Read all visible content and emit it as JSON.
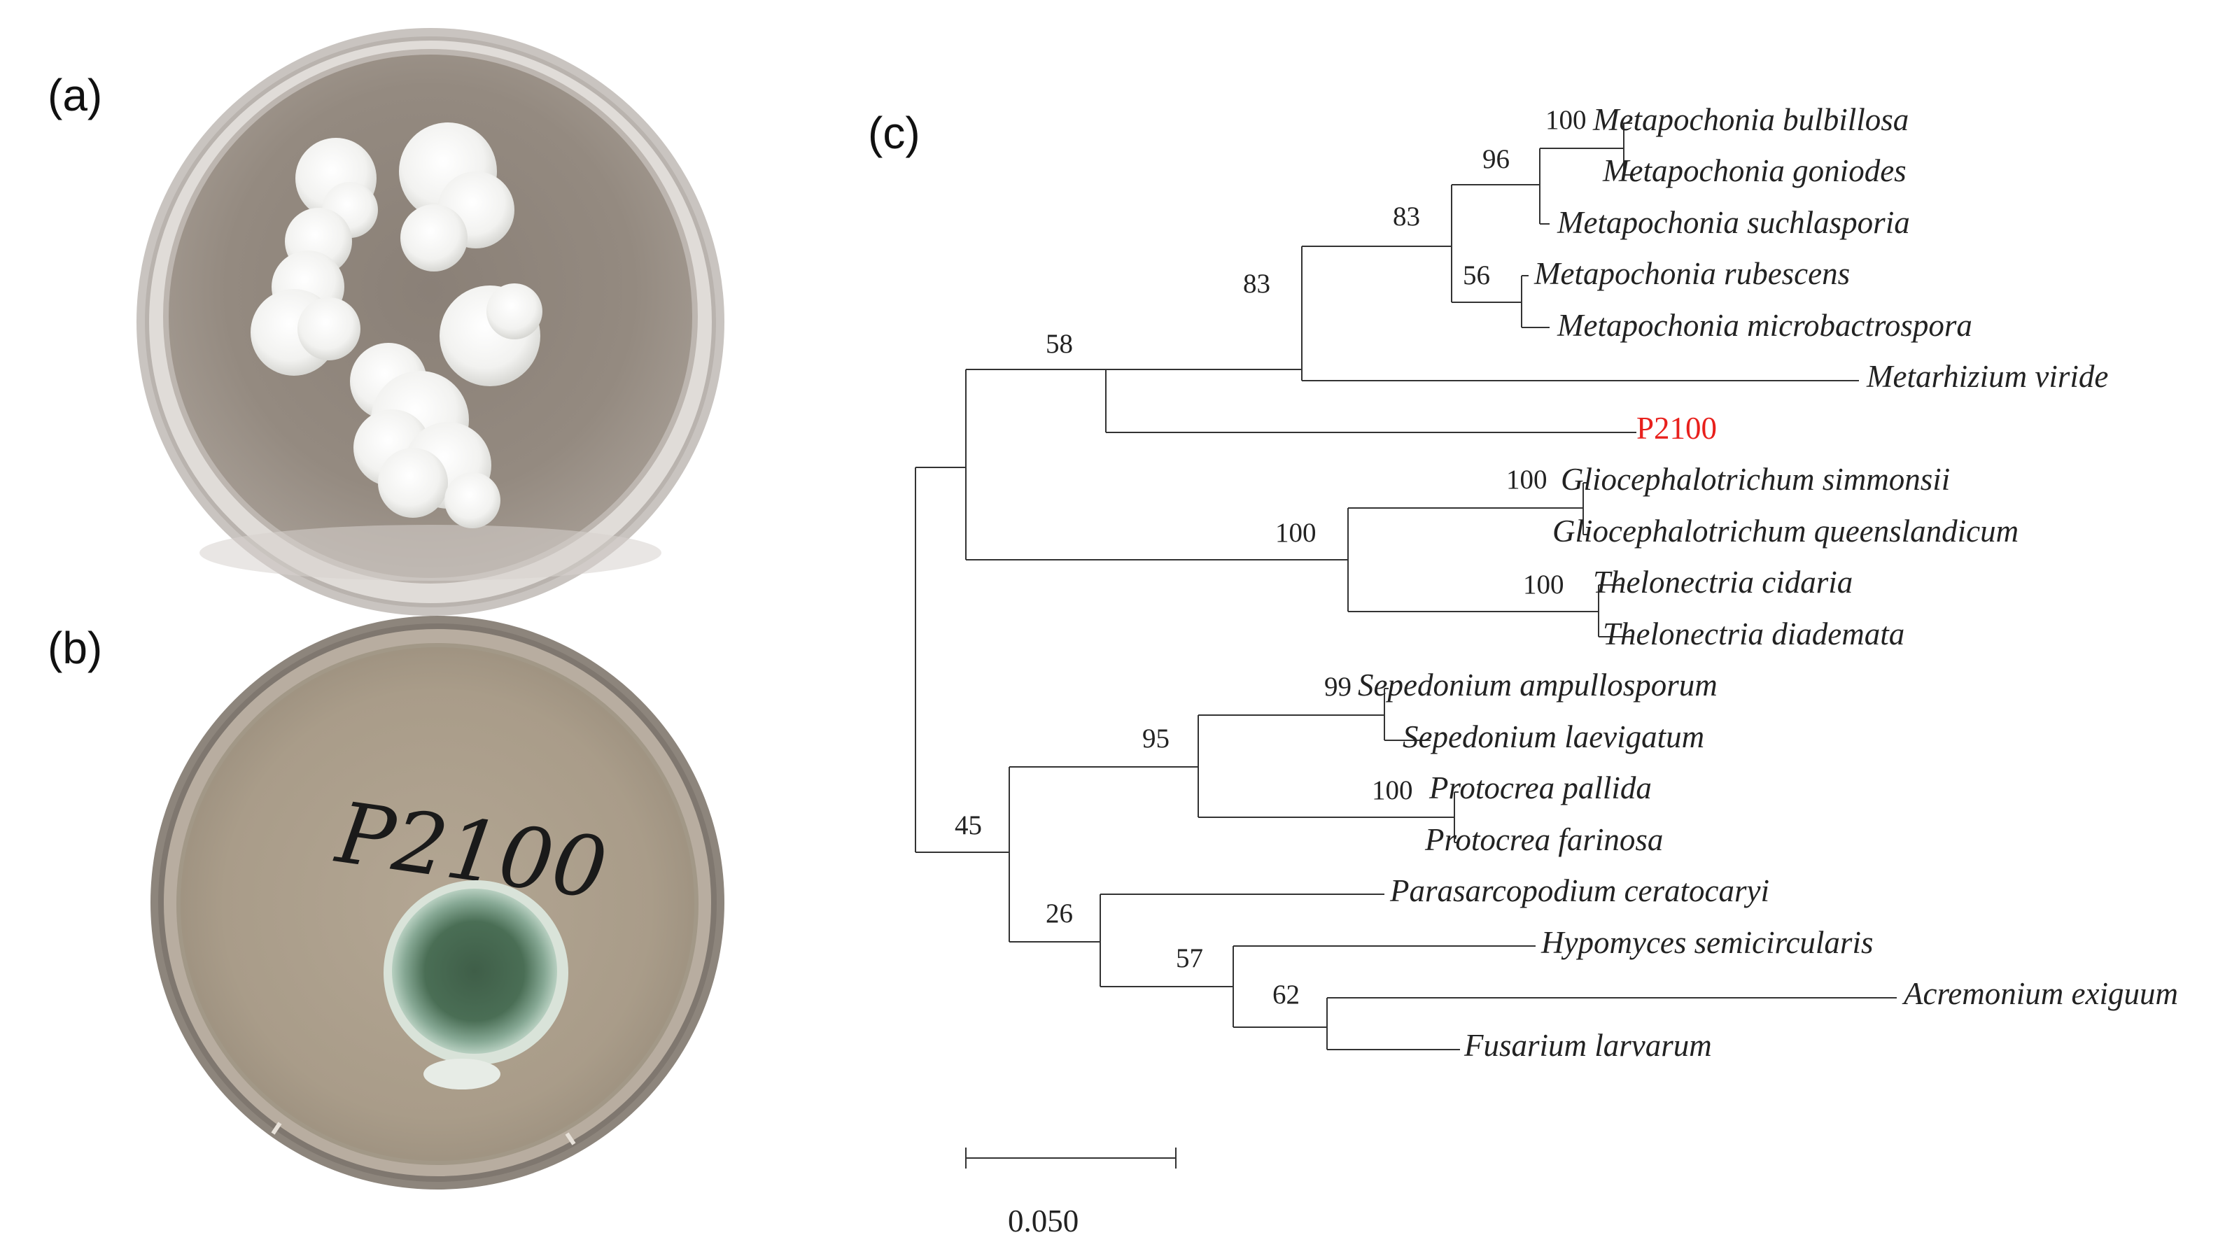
{
  "panels": {
    "a": "(a)",
    "b": "(b)",
    "c": "(c)"
  },
  "plate_b_handwriting": "P2100",
  "tree": {
    "taxa": [
      {
        "id": "t0",
        "label": "Metapochonia bulbillosa",
        "highlight": false
      },
      {
        "id": "t1",
        "label": "Metapochonia goniodes",
        "highlight": false
      },
      {
        "id": "t2",
        "label": "Metapochonia suchlasporia",
        "highlight": false
      },
      {
        "id": "t3",
        "label": "Metapochonia rubescens",
        "highlight": false
      },
      {
        "id": "t4",
        "label": "Metapochonia microbactrospora",
        "highlight": false
      },
      {
        "id": "t5",
        "label": "Metarhizium viride",
        "highlight": false
      },
      {
        "id": "t6",
        "label": "P2100",
        "highlight": true
      },
      {
        "id": "t7",
        "label": "Gliocephalotrichum simmonsii",
        "highlight": false
      },
      {
        "id": "t8",
        "label": "Gliocephalotrichum queenslandicum",
        "highlight": false
      },
      {
        "id": "t9",
        "label": "Thelonectria cidaria",
        "highlight": false
      },
      {
        "id": "t10",
        "label": "Thelonectria diademata",
        "highlight": false
      },
      {
        "id": "t11",
        "label": "Sepedonium ampullosporum",
        "highlight": false
      },
      {
        "id": "t12",
        "label": "Sepedonium laevigatum",
        "highlight": false
      },
      {
        "id": "t13",
        "label": "Protocrea pallida",
        "highlight": false
      },
      {
        "id": "t14",
        "label": "Protocrea farinosa",
        "highlight": false
      },
      {
        "id": "t15",
        "label": "Parasarcopodium ceratocaryi",
        "highlight": false
      },
      {
        "id": "t16",
        "label": "Hypomyces semicircularis",
        "highlight": false
      },
      {
        "id": "t17",
        "label": "Acremonium exiguum",
        "highlight": false
      },
      {
        "id": "t18",
        "label": "Fusarium larvarum",
        "highlight": false
      }
    ],
    "bootstrap_values": [
      "100",
      "96",
      "83",
      "56",
      "83",
      "58",
      "100",
      "100",
      "100",
      "99",
      "95",
      "100",
      "45",
      "26",
      "57",
      "62"
    ],
    "scale_bar": "0.050",
    "highlight_color": "#e8201c"
  }
}
